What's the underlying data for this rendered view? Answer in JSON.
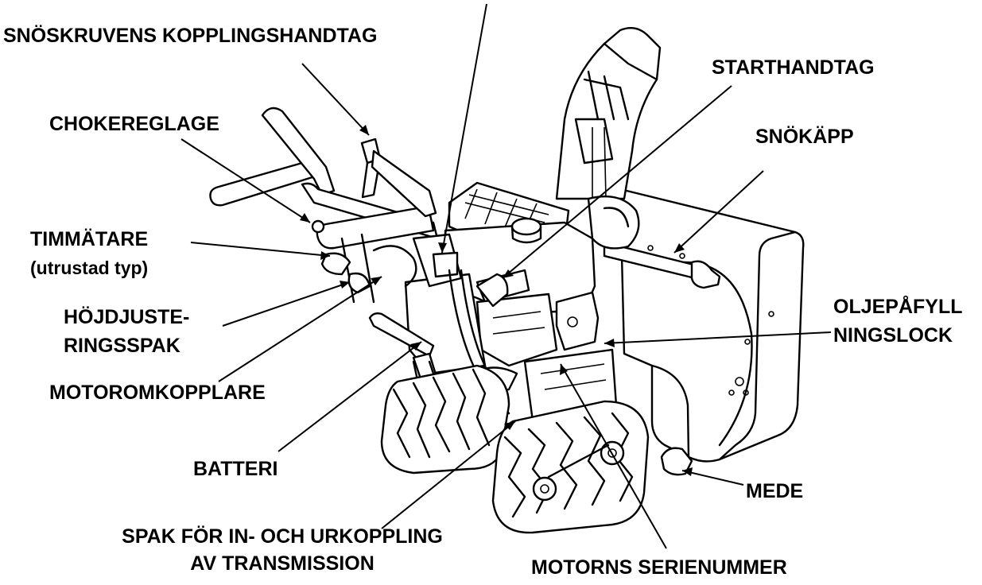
{
  "labels": {
    "auger_clutch": "SNÖSKRUVENS KOPPLINGSHANDTAG",
    "choke": "CHOKEREGLAGE",
    "hour_meter": "TIMMÄTARE",
    "hour_meter_note": "(utrustad typ)",
    "height_lever_1": "HÖJDJUSTE-",
    "height_lever_2": "RINGSSPAK",
    "engine_switch": "MOTOROMKOPPLARE",
    "battery": "BATTERI",
    "transmission_lever_1": "SPAK FÖR IN- OCH URKOPPLING",
    "transmission_lever_2": "AV TRANSMISSION",
    "serial": "MOTORNS SERIENUMMER",
    "skid": "MEDE",
    "oil_cap_1": "OLJEPÅFYLL",
    "oil_cap_2": "NINGSLOCK",
    "shave_plate": "SNÖKÄPP",
    "starter": "STARTHANDTAG"
  },
  "diagram": {
    "subject": "snow-blower",
    "line_color": "#000000",
    "background": "#ffffff"
  }
}
